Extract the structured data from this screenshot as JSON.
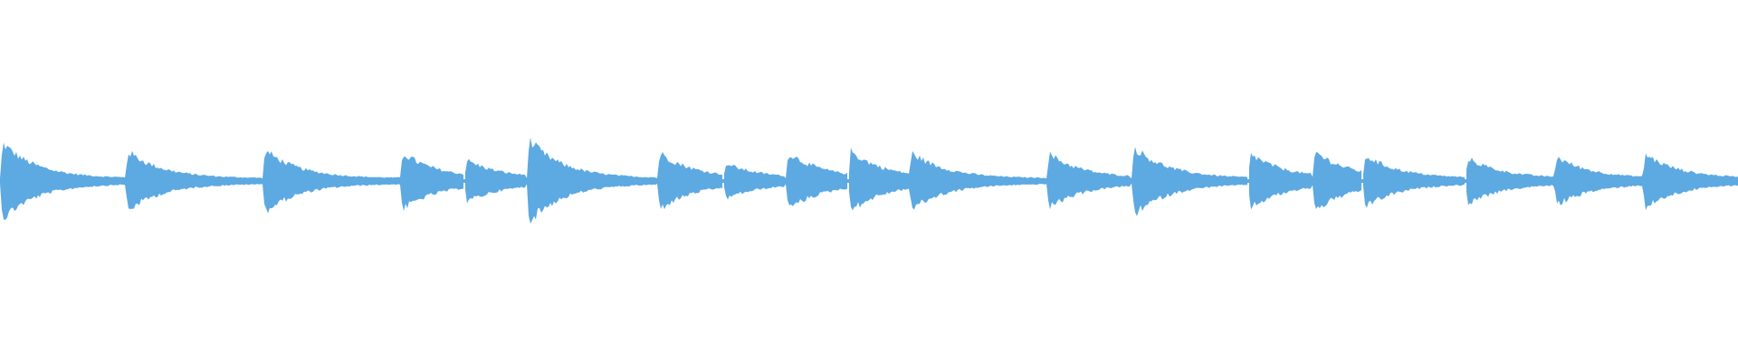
{
  "waveform": {
    "color": "#5DA9E2",
    "background": "#FFFFFF",
    "onset_times": [
      0.0,
      0.072,
      0.151,
      0.23,
      0.267,
      0.303,
      0.378,
      0.416,
      0.452,
      0.488,
      0.523,
      0.602,
      0.651,
      0.718,
      0.755,
      0.784,
      0.843,
      0.894,
      0.945
    ],
    "peak_levels": [
      0.52,
      0.4,
      0.42,
      0.38,
      0.27,
      0.56,
      0.38,
      0.22,
      0.38,
      0.4,
      0.38,
      0.36,
      0.46,
      0.36,
      0.4,
      0.34,
      0.3,
      0.32,
      0.36
    ]
  }
}
